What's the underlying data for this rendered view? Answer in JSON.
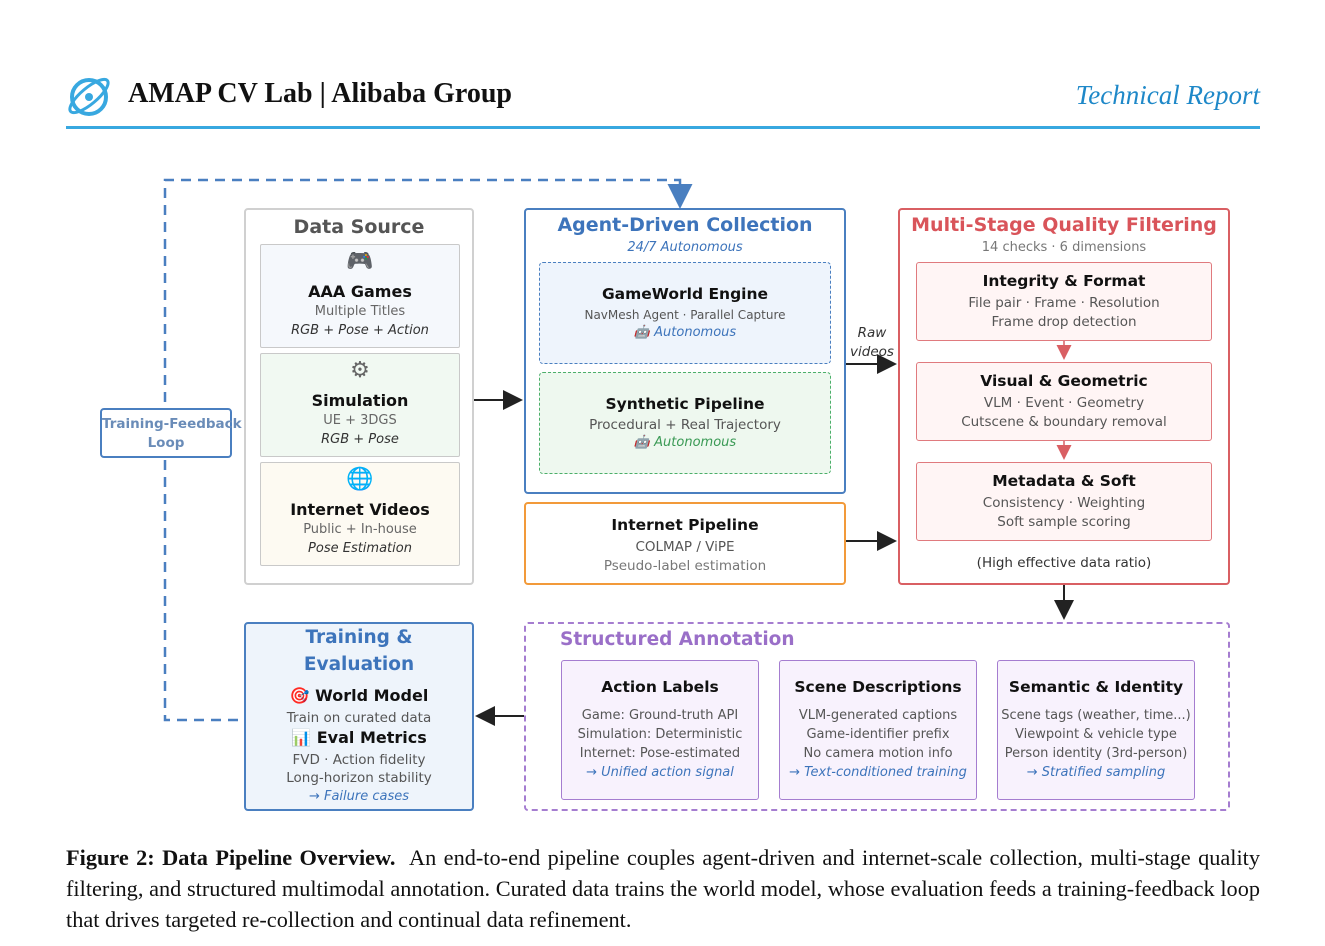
{
  "header": {
    "lab_title": "AMAP CV Lab | Alibaba Group",
    "report_label": "Technical Report"
  },
  "diagram": {
    "feedback_loop": {
      "label_line1": "Training-Feedback",
      "label_line2": "Loop"
    },
    "data_source": {
      "title": "Data Source",
      "cards": [
        {
          "icon": "gamepad-icon",
          "glyph": "🎮",
          "title": "AAA Games",
          "line1": "Multiple Titles",
          "line2": "RGB + Pose + Action"
        },
        {
          "icon": "gear-icon",
          "glyph": "⚙",
          "title": "Simulation",
          "line1": "UE + 3DGS",
          "line2": "RGB + Pose"
        },
        {
          "icon": "globe-icon",
          "glyph": "🌐",
          "title": "Internet Videos",
          "line1": "Public + In-house",
          "line2": "Pose Estimation"
        }
      ]
    },
    "agent_collection": {
      "title": "Agent-Driven Collection",
      "subtitle": "24/7 Autonomous",
      "gameworld": {
        "title": "GameWorld Engine",
        "line1": "NavMesh Agent · Parallel Capture",
        "tag": "Autonomous"
      },
      "synthetic": {
        "title": "Synthetic Pipeline",
        "line1": "Procedural + Real Trajectory",
        "tag": "Autonomous"
      }
    },
    "internet_pipeline": {
      "title": "Internet Pipeline",
      "line1": "COLMAP / ViPE",
      "line2": "Pseudo-label estimation"
    },
    "raw_videos": {
      "line1": "Raw",
      "line2": "videos"
    },
    "filtering": {
      "title": "Multi-Stage Quality Filtering",
      "subtitle": "14 checks · 6 dimensions",
      "stages": [
        {
          "title": "Integrity & Format",
          "line1": "File pair · Frame · Resolution",
          "line2": "Frame drop detection"
        },
        {
          "title": "Visual & Geometric",
          "line1": "VLM · Event · Geometry",
          "line2": "Cutscene & boundary removal"
        },
        {
          "title": "Metadata & Soft",
          "line1": "Consistency · Weighting",
          "line2": "Soft sample scoring"
        }
      ],
      "footer": "(High effective data ratio)"
    },
    "training": {
      "title_line1": "Training &",
      "title_line2": "Evaluation",
      "world_model": {
        "icon": "target-icon",
        "glyph": "🎯",
        "title": "World Model",
        "line1": "Train on curated data"
      },
      "eval_metrics": {
        "icon": "bar-chart-icon",
        "glyph": "📊",
        "title": "Eval Metrics",
        "line1": "FVD · Action fidelity",
        "line2": "Long-horizon stability",
        "line3": "→ Failure cases"
      }
    },
    "annotation": {
      "title": "Structured Annotation",
      "cards": [
        {
          "title": "Action Labels",
          "line1": "Game: Ground-truth API",
          "line2": "Simulation: Deterministic",
          "line3": "Internet: Pose-estimated",
          "line4": "→ Unified action signal"
        },
        {
          "title": "Scene Descriptions",
          "line1": "VLM-generated captions",
          "line2": "Game-identifier prefix",
          "line3": "No camera motion info",
          "line4": "→ Text-conditioned training"
        },
        {
          "title": "Semantic & Identity",
          "line1": "Scene tags (weather, time...)",
          "line2": "Viewpoint & vehicle type",
          "line3": "Person identity (3rd-person)",
          "line4": "→ Stratified sampling"
        }
      ]
    }
  },
  "caption": {
    "label": "Figure 2:",
    "title": "Data Pipeline Overview.",
    "text": "An end-to-end pipeline couples agent-driven and internet-scale collection, multi-stage quality filtering, and structured multimodal annotation. Curated data trains the world model, whose evaluation feeds a training-feedback loop that drives targeted re-collection and continual data refinement."
  },
  "colors": {
    "blue": "#4a7fc0",
    "orange": "#f29a3a",
    "red": "#d95f63",
    "purple": "#a57dd0",
    "header_accent": "#38a8e0"
  }
}
